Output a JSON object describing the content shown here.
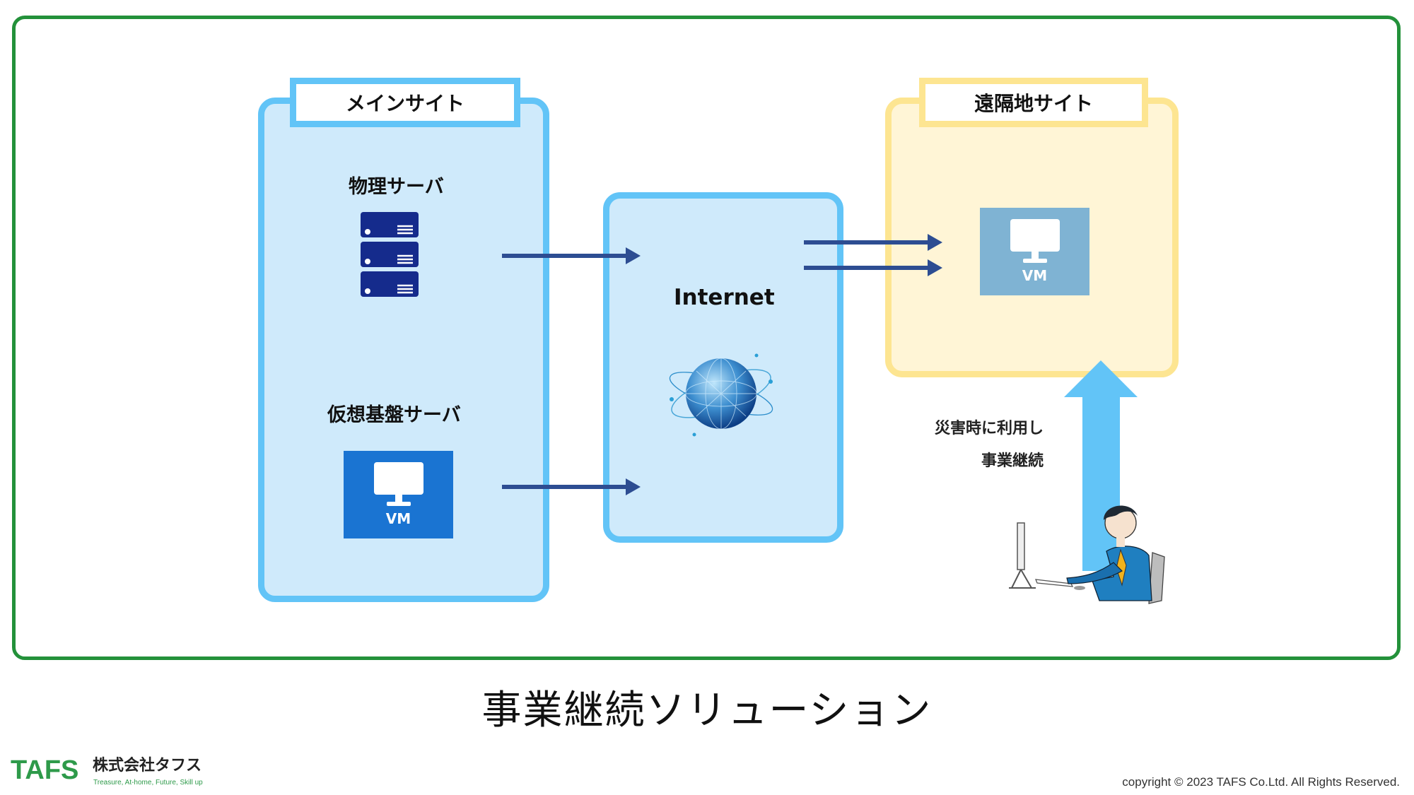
{
  "main_site": {
    "title": "メインサイト",
    "physical_server_label": "物理サーバ",
    "virtual_server_label": "仮想基盤サーバ",
    "vm_label": "VM"
  },
  "internet": {
    "label": "Internet"
  },
  "remote_site": {
    "title": "遠隔地サイト",
    "vm_label": "VM"
  },
  "note": {
    "line1": "災害時に利用し",
    "line2": "事業継続"
  },
  "page_title": "事業継続ソリューション",
  "logo": {
    "brand": "TAFS",
    "company": "株式会社タフス",
    "tagline": "Treasure, At-home, Future, Skill up"
  },
  "copyright": "copyright © 2023 TAFS Co.Ltd. All Rights Reserved.",
  "colors": {
    "frame": "#23913a",
    "blue_panel_fill": "#cfeafb",
    "blue_panel_border": "#62c4f7",
    "yellow_panel_fill": "#fff5d6",
    "yellow_panel_border": "#fde591",
    "arrow": "#2d4d92",
    "server": "#152b8c",
    "vm_main": "#1a74d2",
    "vm_remote": "#7fb3d3"
  },
  "icons": [
    "server-icon",
    "monitor-icon",
    "globe-icon",
    "person-at-computer-icon",
    "up-arrow-icon"
  ]
}
